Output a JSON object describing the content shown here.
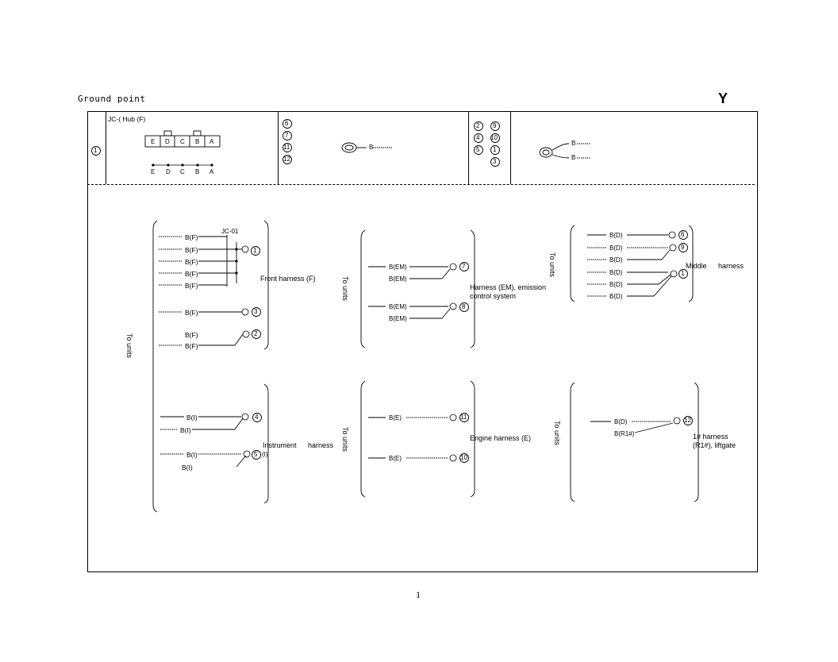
{
  "page": {
    "title": "Ground point",
    "section_letter": "Y",
    "page_number": "1"
  },
  "header": {
    "ref_1": "1",
    "hub_label": "JC-( Hub (F)",
    "hub_pins": [
      "E",
      "D",
      "C",
      "B",
      "A"
    ],
    "hub_bottom_pins": [
      "E",
      "D",
      "C",
      "B",
      "A"
    ],
    "ring_terminal_wire": "B",
    "ring_terminal_numbers": [
      "6",
      "7",
      "11",
      "12"
    ],
    "double_terminal_numbers": [
      "2",
      "9",
      "4",
      "10",
      "5",
      "1",
      "3"
    ],
    "double_terminal_wires": [
      "B",
      "B"
    ]
  },
  "groups": {
    "to_units_main": "To units",
    "front": {
      "label": "Front harness (F)",
      "connector": "JC-01",
      "wires": [
        "B(F)",
        "B(F)",
        "B(F)",
        "B(F)",
        "B(F)",
        "B(F)",
        "B(F)",
        "B(F)"
      ],
      "grounds": [
        "1",
        "3",
        "2"
      ]
    },
    "instrument": {
      "label": "Instrument",
      "label2": "harness",
      "wires": [
        "B(I)",
        "B(I)",
        "B(I)",
        "B(I)"
      ],
      "grounds": [
        "4",
        "5",
        "(I)"
      ]
    },
    "em": {
      "to_units": "To units",
      "label": "Harness (EM), emission",
      "label2": "control system",
      "wires": [
        "B(EM)",
        "B(EM)",
        "B(EM)",
        "B(EM)"
      ],
      "grounds": [
        "7",
        "8"
      ]
    },
    "engine": {
      "to_units": "To units",
      "label": "Engine harness (E)",
      "wires": [
        "B(E)",
        "B(E)"
      ],
      "grounds": [
        "11",
        "10"
      ]
    },
    "middle": {
      "to_units": "To units",
      "label": "Middle",
      "label2": "harness",
      "wires": [
        "B(D)",
        "B(D)",
        "B(D)",
        "B(D)",
        "B(D)",
        "B(D)"
      ],
      "grounds": [
        "6",
        "9",
        "1"
      ]
    },
    "r1": {
      "to_units": "To units",
      "label": "1# harness",
      "label2": "(R1#), liftgate",
      "wires": [
        "B(D)",
        "B(R1#)"
      ],
      "grounds": [
        "12"
      ]
    }
  }
}
